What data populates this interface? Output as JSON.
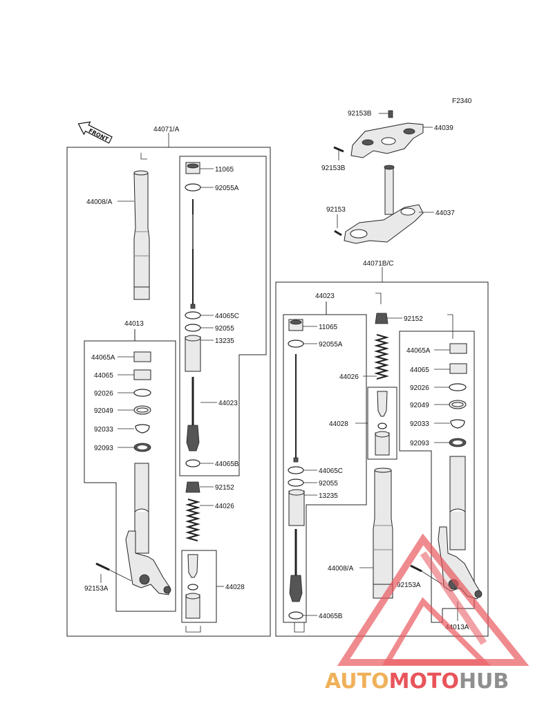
{
  "figure_code": "F2340",
  "front_label": "FRONT",
  "left_assembly": {
    "title": "44071/A",
    "outer_tube": "44008/A",
    "sub_assembly": "44013",
    "parts": [
      "44065A",
      "44065",
      "92026",
      "92049",
      "92033",
      "92093"
    ],
    "bolt": "92153A",
    "cartridge_parts": [
      "11065",
      "92055A",
      "44065C",
      "92055",
      "13235",
      "44023",
      "44065B"
    ],
    "lower_parts": [
      "92152",
      "44026",
      "44028"
    ]
  },
  "right_assembly": {
    "title": "44071B/C",
    "sub_assembly": "44023",
    "cartridge_parts": [
      "11065",
      "92055A",
      "44065C",
      "92055",
      "13235",
      "44065B"
    ],
    "spring_parts": [
      "92152",
      "44026",
      "44028"
    ],
    "parts": [
      "44065A",
      "44065",
      "92026",
      "92049",
      "92033",
      "92093"
    ],
    "outer_tube": "44008/A",
    "bolt": "92153A",
    "lower": "44013A"
  },
  "clamps": {
    "upper_bolt_top": "92153B",
    "upper_clamp": "44039",
    "upper_bolt_side": "92153B",
    "lower_bolt": "92153",
    "lower_clamp": "44037"
  },
  "watermark": {
    "part1": "AUTO",
    "part2": "MOTO",
    "part3": "HUB",
    "color1": "#f0b15a",
    "color2": "#e8545a",
    "color3": "#8f8f8f"
  }
}
